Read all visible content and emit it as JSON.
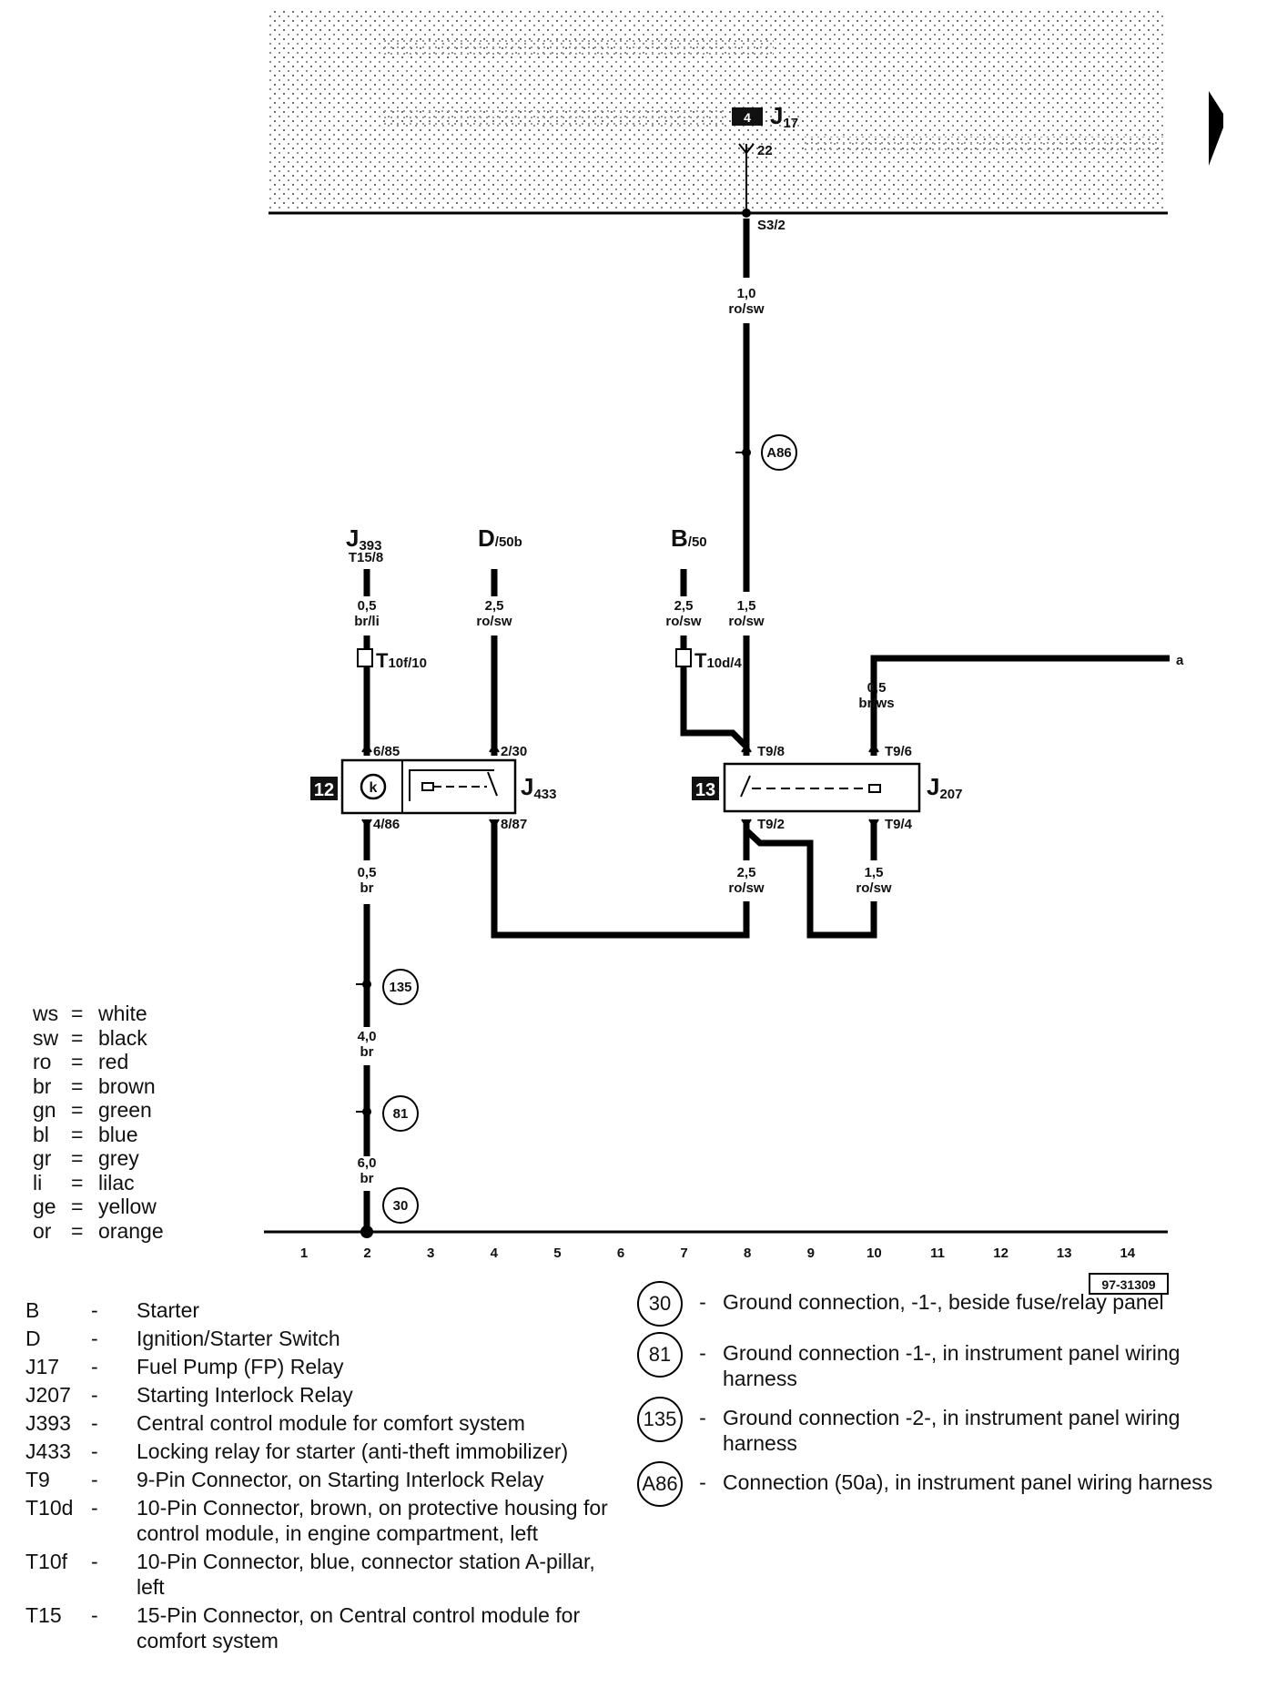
{
  "module": {
    "label": "J",
    "sub": "17",
    "number": "4",
    "pin": "22",
    "terminal": "S3/2"
  },
  "wires": {
    "main_top": {
      "gauge": "1,0",
      "color": "ro/sw"
    },
    "main_mid": {
      "gauge": "1,5",
      "color": "ro/sw"
    },
    "j393_in": {
      "gauge": "0,5",
      "color": "br/li"
    },
    "d_in": {
      "gauge": "2,5",
      "color": "ro/sw"
    },
    "b_in": {
      "gauge": "2,5",
      "color": "ro/sw"
    },
    "to_a": {
      "gauge": "0,5",
      "color": "br/ws"
    },
    "r12_out": {
      "gauge": "0,5",
      "color": "br"
    },
    "j207_out1": {
      "gauge": "2,5",
      "color": "ro/sw"
    },
    "j207_out2": {
      "gauge": "1,5",
      "color": "ro/sw"
    },
    "gnd_1": {
      "gauge": "4,0",
      "color": "br"
    },
    "gnd_2": {
      "gauge": "6,0",
      "color": "br"
    }
  },
  "sources": {
    "j393": {
      "label": "J",
      "sub": "393",
      "pin": "T15/8"
    },
    "d": {
      "label": "D",
      "sub": "/50b"
    },
    "b": {
      "label": "B",
      "sub": "/50"
    }
  },
  "connectors": {
    "t10f": {
      "label": "T",
      "sub": "10f/10"
    },
    "t10d": {
      "label": "T",
      "sub": "10d/4"
    }
  },
  "relays": {
    "r12": {
      "number": "12",
      "label": "J",
      "sub": "433",
      "coil": "k",
      "pin_tl": "6/85",
      "pin_tr": "2/30",
      "pin_bl": "4/86",
      "pin_br": "8/87"
    },
    "r13": {
      "number": "13",
      "label": "J",
      "sub": "207",
      "pin_tl": "T9/8",
      "pin_tr": "T9/6",
      "pin_bl": "T9/2",
      "pin_br": "T9/4"
    }
  },
  "splices": {
    "a86": "A86",
    "g135": "135",
    "g81": "81",
    "g30": "30"
  },
  "end_label": "a",
  "axis": {
    "ticks": [
      "1",
      "2",
      "3",
      "4",
      "5",
      "6",
      "7",
      "8",
      "9",
      "10",
      "11",
      "12",
      "13",
      "14"
    ]
  },
  "figure_id": "97-31309",
  "color_legend": [
    {
      "code": "ws",
      "name": "white"
    },
    {
      "code": "sw",
      "name": "black"
    },
    {
      "code": "ro",
      "name": "red"
    },
    {
      "code": "br",
      "name": "brown"
    },
    {
      "code": "gn",
      "name": "green"
    },
    {
      "code": "bl",
      "name": "blue"
    },
    {
      "code": "gr",
      "name": "grey"
    },
    {
      "code": "li",
      "name": "lilac"
    },
    {
      "code": "ge",
      "name": "yellow"
    },
    {
      "code": "or",
      "name": "orange"
    }
  ],
  "component_legend": [
    {
      "code": "B",
      "text": "Starter"
    },
    {
      "code": "D",
      "text": "Ignition/Starter Switch"
    },
    {
      "code": "J17",
      "text": "Fuel Pump (FP) Relay"
    },
    {
      "code": "J207",
      "text": "Starting Interlock Relay"
    },
    {
      "code": "J393",
      "text": "Central control module for comfort system"
    },
    {
      "code": "J433",
      "text": "Locking relay for starter (anti-theft immobilizer)"
    },
    {
      "code": "T9",
      "text": "9-Pin Connector, on Starting Interlock Relay"
    },
    {
      "code": "T10d",
      "text": "10-Pin Connector, brown, on protective housing for control module, in engine compartment, left"
    },
    {
      "code": "T10f",
      "text": "10-Pin Connector, blue, connector station A-pillar, left"
    },
    {
      "code": "T15",
      "text": "15-Pin Connector, on Central control module for comfort system"
    }
  ],
  "ground_legend": [
    {
      "code": "30",
      "text": "Ground connection, -1-, beside fuse/relay panel"
    },
    {
      "code": "81",
      "text": "Ground connection -1-, in instrument panel wiring harness"
    },
    {
      "code": "135",
      "text": "Ground connection -2-, in instrument panel wiring harness"
    },
    {
      "code": "A86",
      "text": "Connection (50a), in instrument panel wiring harness"
    }
  ],
  "dash": "-",
  "equals": "="
}
